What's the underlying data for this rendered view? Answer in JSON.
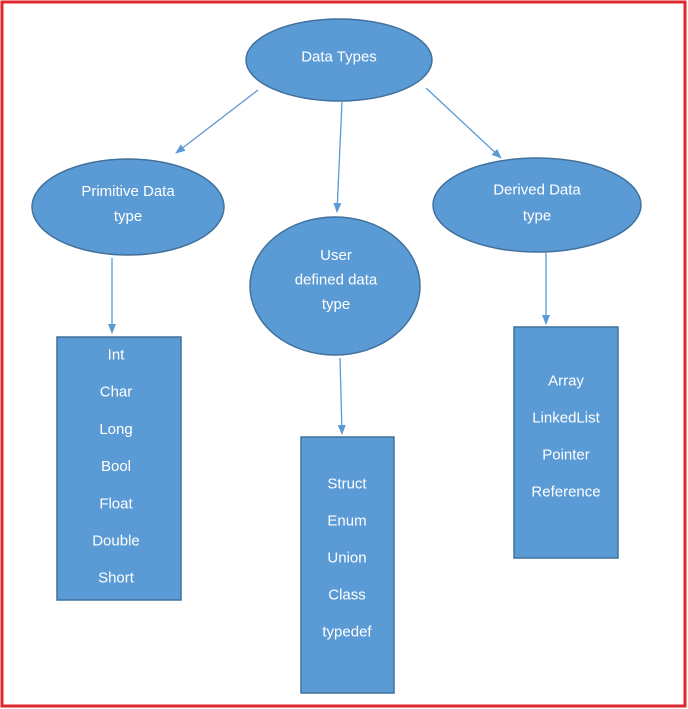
{
  "colors": {
    "frame": "#e0272e",
    "node_fill": "#5b9bd5",
    "node_stroke": "#41719c",
    "arrow": "#5b9bd5",
    "text": "#ffffff"
  },
  "root": {
    "lines": [
      "Data Types"
    ]
  },
  "categories": [
    {
      "key": "primitive",
      "lines": [
        "Primitive Data",
        "type"
      ],
      "items": [
        "Int",
        "Char",
        "Long",
        "Bool",
        "Float",
        "Double",
        "Short"
      ]
    },
    {
      "key": "user-defined",
      "lines": [
        "User",
        "defined data",
        "type"
      ],
      "items": [
        "Struct",
        "Enum",
        "Union",
        "Class",
        "typedef"
      ]
    },
    {
      "key": "derived",
      "lines": [
        "Derived Data",
        "type"
      ],
      "items": [
        "Array",
        "LinkedList",
        "Pointer",
        "Reference"
      ]
    }
  ]
}
